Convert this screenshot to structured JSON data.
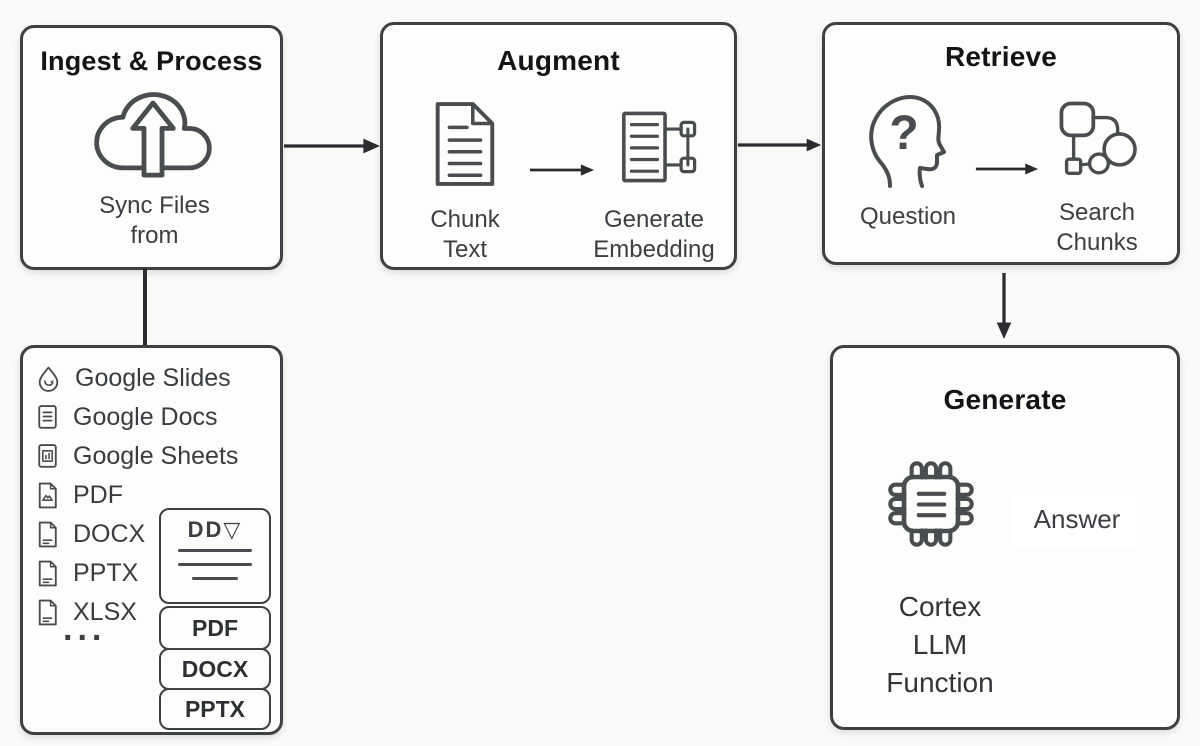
{
  "stages": {
    "ingest": {
      "title": "Ingest & Process",
      "caption": "Sync Files\nfrom"
    },
    "augment": {
      "title": "Augment",
      "step1_label": "Chunk\nText",
      "step2_label": "Generate\nEmbedding"
    },
    "retrieve": {
      "title": "Retrieve",
      "step1_label": "Question",
      "step2_label": "Search\nChunks"
    },
    "generate": {
      "title": "Generate",
      "output_label": "Answer",
      "caption": "Cortex\nLLM\nFunction"
    }
  },
  "sources": {
    "items": [
      {
        "label": "Google Slides"
      },
      {
        "label": "Google Docs"
      },
      {
        "label": "Google Sheets"
      },
      {
        "label": "PDF"
      },
      {
        "label": "DOCX"
      },
      {
        "label": "PPTX"
      },
      {
        "label": "XLSX"
      },
      {
        "label": "..."
      }
    ],
    "preview": {
      "glyphs": "DD▽"
    },
    "stack": [
      "PDF",
      "DOCX",
      "PPTX"
    ]
  },
  "colors": {
    "background": "#fbfaf8",
    "box_fill": "#fdfdfb",
    "box_border": "#3e4144",
    "icon_stroke": "#4a4d50",
    "title_text": "#131417",
    "label_text": "#3b3e42",
    "arrow": "#2a2c2f"
  }
}
